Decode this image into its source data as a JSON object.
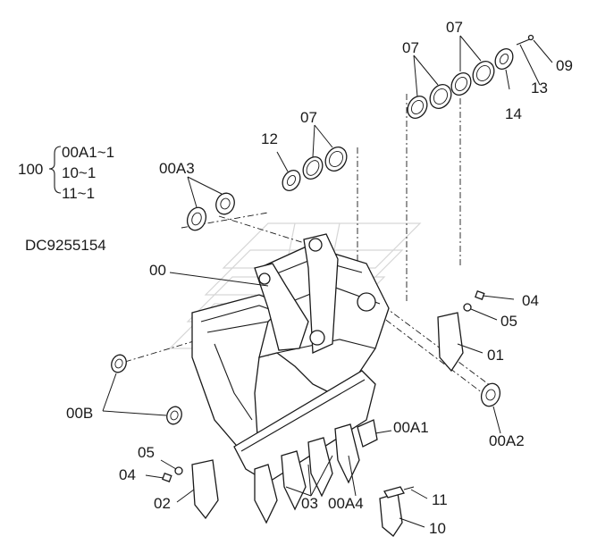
{
  "diagram": {
    "code": "DC9255154",
    "assembly_group": {
      "qty": "100",
      "lines": [
        "00A1~1",
        "10~1",
        "11~1"
      ]
    },
    "labels": {
      "l07a": "07",
      "l07b": "07",
      "l07c": "07",
      "l09": "09",
      "l13": "13",
      "l14": "14",
      "l12": "12",
      "l00A3": "00A3",
      "l00": "00",
      "l04a": "04",
      "l05a": "05",
      "l01": "01",
      "l00B": "00B",
      "l00A2": "00A2",
      "l00A1": "00A1",
      "l05b": "05",
      "l04b": "04",
      "l00A4": "00A4",
      "l11": "11",
      "l02": "02",
      "l03": "03",
      "l10": "10"
    }
  }
}
